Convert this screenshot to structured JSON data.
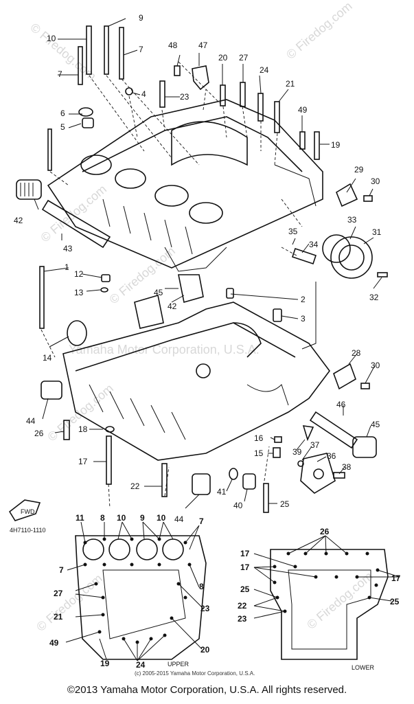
{
  "callouts": {
    "c1": "1",
    "c2": "2",
    "c3": "3",
    "c4": "4",
    "c5": "5",
    "c6": "6",
    "c7a": "7",
    "c7b": "7",
    "c9": "9",
    "c10": "10",
    "c11": "11",
    "c12": "12",
    "c13": "13",
    "c14": "14",
    "c15": "15",
    "c16": "16",
    "c17": "17",
    "c18": "18",
    "c19": "19",
    "c20": "20",
    "c21": "21",
    "c22": "22",
    "c23": "23",
    "c24": "24",
    "c25": "25",
    "c26": "26",
    "c27": "27",
    "c28": "28",
    "c29": "29",
    "c30a": "30",
    "c30b": "30",
    "c31": "31",
    "c32": "32",
    "c33": "33",
    "c34": "34",
    "c35": "35",
    "c36": "36",
    "c37": "37",
    "c38": "38",
    "c39": "39",
    "c40": "40",
    "c41": "41",
    "c42a": "42",
    "c42b": "42",
    "c43": "43",
    "c44a": "44",
    "c44b": "44",
    "c45a": "45",
    "c45b": "45",
    "c46": "46",
    "c47": "47",
    "c48": "48",
    "c49": "49"
  },
  "upper_layout": {
    "labels": {
      "u11": "11",
      "u8": "8",
      "u10a": "10",
      "u9": "9",
      "u10b": "10",
      "u7a": "7",
      "u7b": "7",
      "u8b": "8",
      "u27": "27",
      "u23": "23",
      "u21": "21",
      "u49": "49",
      "u19": "19",
      "u24": "24",
      "u20": "20"
    },
    "caption": "UPPER"
  },
  "lower_layout": {
    "labels": {
      "l26": "26",
      "l17a": "17",
      "l17b": "17",
      "l17c": "17",
      "l25a": "25",
      "l25b": "25",
      "l22": "22",
      "l23": "23"
    },
    "caption": "LOWER"
  },
  "front_marker": "FWD",
  "figure_code": "4H7110-1110",
  "inner_copyright": "(c) 2005-2015 Yamaha Motor Corporation, U.S.A.",
  "watermark": "© Firedog.com",
  "watermark_brand": "Yamaha Motor Corporation, U.S.A.",
  "copyright": "©2013 Yamaha Motor Corporation, U.S.A. All rights reserved."
}
